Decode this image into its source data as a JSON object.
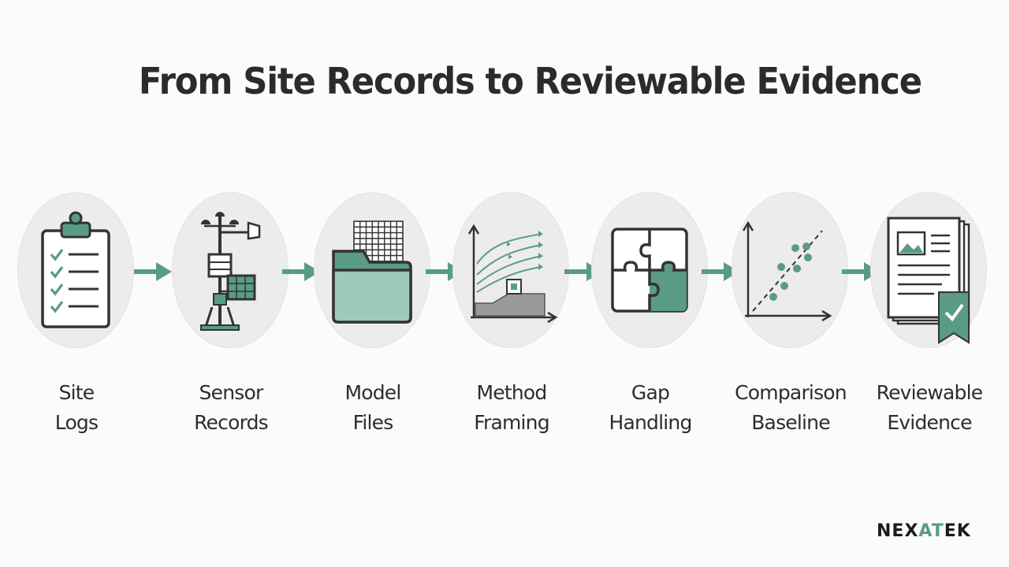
{
  "title": "From Site Records to Reviewable Evidence",
  "colors": {
    "accent": "#5a9b86",
    "accent_light": "#9ec9b8",
    "stroke": "#333333",
    "circle_fill": "#ececec",
    "background": "#fbfbfb"
  },
  "steps": [
    {
      "line1": "Site",
      "line2": "Logs",
      "icon": "clipboard-checklist-icon"
    },
    {
      "line1": "Sensor",
      "line2": "Records",
      "icon": "weather-station-icon"
    },
    {
      "line1": "Model",
      "line2": "Files",
      "icon": "folder-grid-icon"
    },
    {
      "line1": "Method",
      "line2": "Framing",
      "icon": "flow-lines-icon"
    },
    {
      "line1": "Gap",
      "line2": "Handling",
      "icon": "puzzle-icon"
    },
    {
      "line1": "Comparison",
      "line2": "Baseline",
      "icon": "scatter-plot-icon"
    },
    {
      "line1": "Reviewable",
      "line2": "Evidence",
      "icon": "document-checkmark-icon"
    }
  ],
  "logo": {
    "text_a": "NEX",
    "text_b": "AT",
    "text_c": "EK"
  }
}
